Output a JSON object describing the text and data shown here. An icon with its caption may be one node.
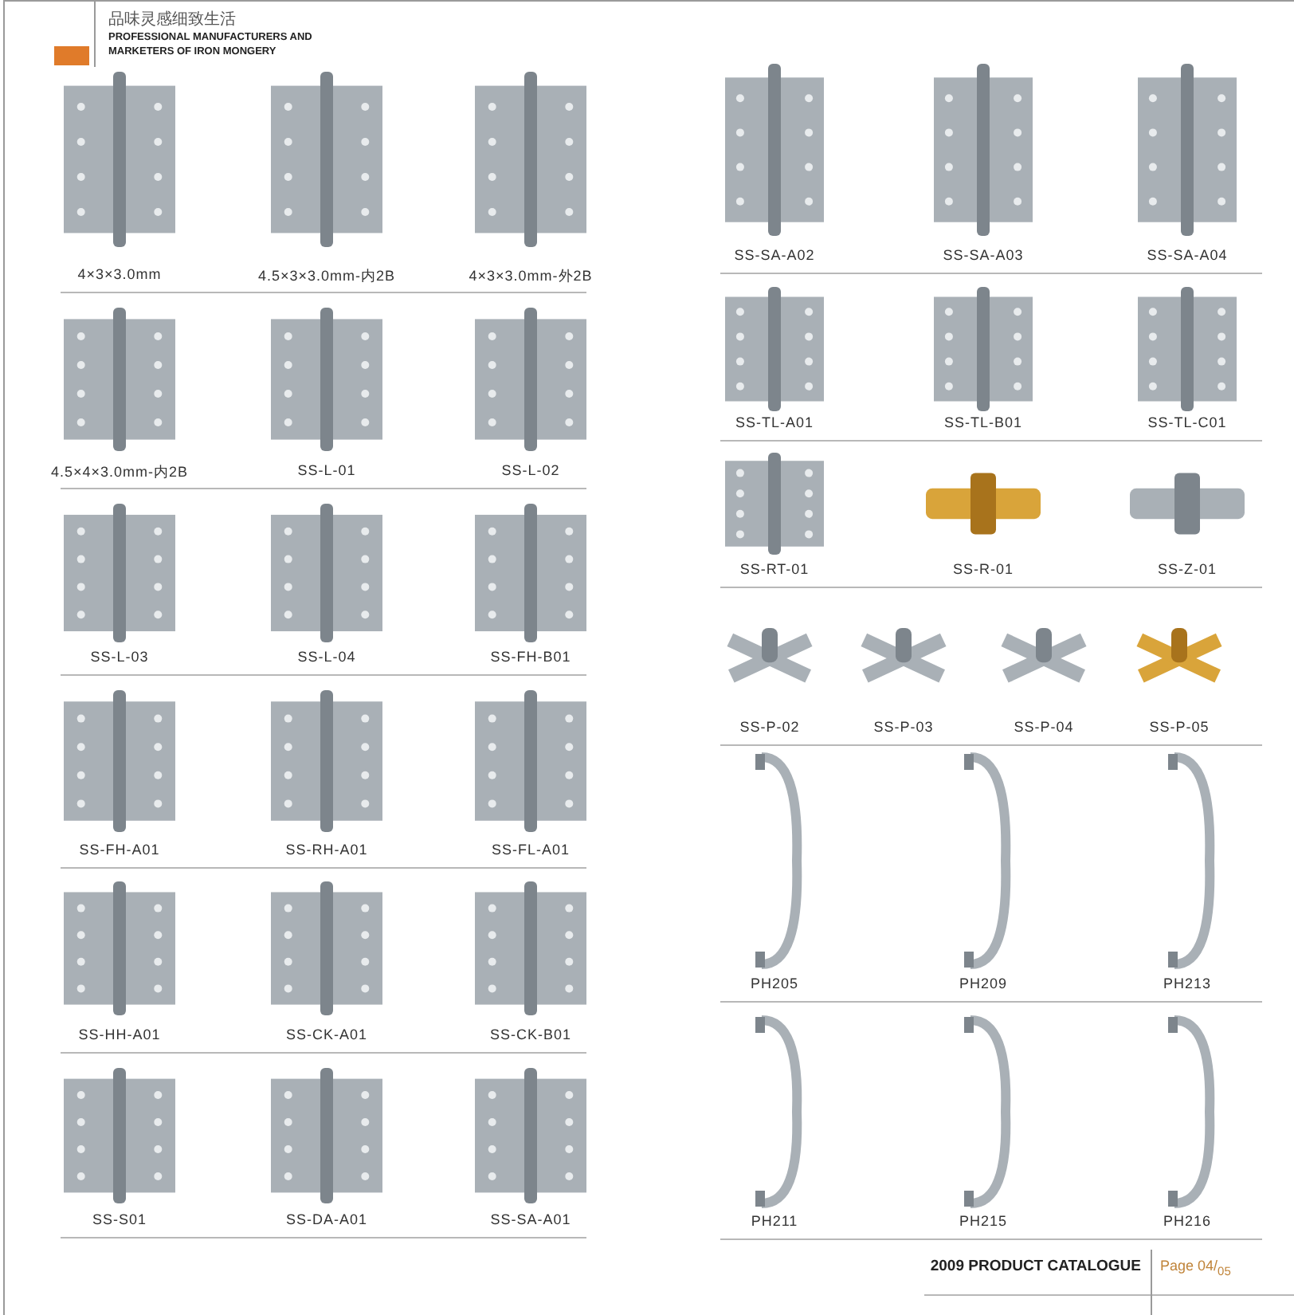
{
  "diagram": {
    "labels": [
      "品味灵感细致生活",
      "PROFESSIONAL MANUFACTURERS AND MARKETERS OF IRON MONGERY",
      "4×3×3.0mm",
      "4.5×3×3.0mm-内2B",
      "4×3×3.0mm-外2B",
      "4.5×4×3.0mm-内2B",
      "SS-L-01",
      "SS-L-02",
      "SS-L-03",
      "SS-L-04",
      "SS-FH-B01",
      "SS-FH-A01",
      "SS-RH-A01",
      "SS-FL-A01",
      "SS-HH-A01",
      "SS-CK-A01",
      "SS-CK-B01",
      "SS-S01",
      "SS-DA-A01",
      "SS-SA-A01",
      "SS-SA-A02",
      "SS-SA-A03",
      "SS-SA-A04",
      "SS-TL-A01",
      "SS-TL-B01",
      "SS-TL-C01",
      "SS-RT-01",
      "SS-R-01",
      "SS-Z-01",
      "SS-P-02",
      "SS-P-03",
      "SS-P-04",
      "SS-P-05",
      "PH205",
      "PH209",
      "PH213",
      "PH211",
      "PH215",
      "PH216",
      "2009 PRODUCT CATALOGUE",
      "Page 04/$_{05}$"
    ]
  }
}
